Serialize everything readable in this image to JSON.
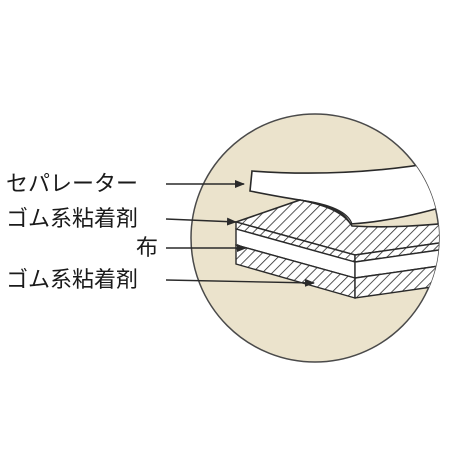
{
  "labels": {
    "separator": "セパレーター",
    "adhesive_top": "ゴム系粘着剤",
    "cloth": "布",
    "adhesive_bottom": "ゴム系粘着剤"
  },
  "colors": {
    "circle_fill": "#ebe3cc",
    "circle_stroke": "#4a4a4a",
    "layer_fill": "#ffffff",
    "line": "#2a2a2a"
  }
}
